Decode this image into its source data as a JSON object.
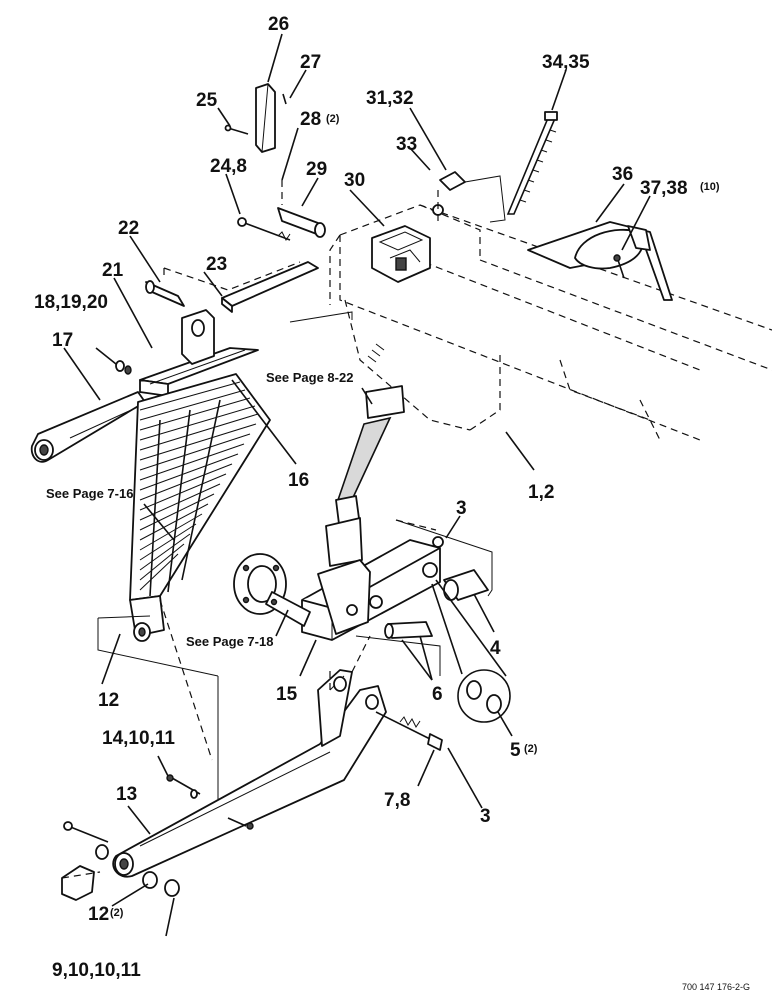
{
  "callouts": {
    "c26": "26",
    "c27": "27",
    "c25": "25",
    "c28": "28",
    "c28_sup": "(2)",
    "c31": "31,32",
    "c33": "33",
    "c34": "34,35",
    "c29": "29",
    "c24": "24,8",
    "c30": "30",
    "c36": "36",
    "c37": "37,38",
    "c37_sup": "(10)",
    "c22": "22",
    "c21": "21",
    "c23": "23",
    "c18": "18,19,20",
    "c17": "17",
    "c16": "16",
    "c1": "1,2",
    "c3a": "3",
    "c4": "4",
    "c15": "15",
    "c6": "6",
    "c12a": "12",
    "c5": "5",
    "c5_sup": "(2)",
    "c14": "14,10,11",
    "c13": "13",
    "c7": "7,8",
    "c3b": "3",
    "c12b": "12",
    "c12b_sup": "(2)",
    "c9": "9,10,10,11"
  },
  "notes": {
    "see_8_22": "See Page 8-22",
    "see_7_16": "See Page 7-16",
    "see_7_18": "See Page 7-18"
  },
  "drawing_code": "700 147 176-2-G"
}
